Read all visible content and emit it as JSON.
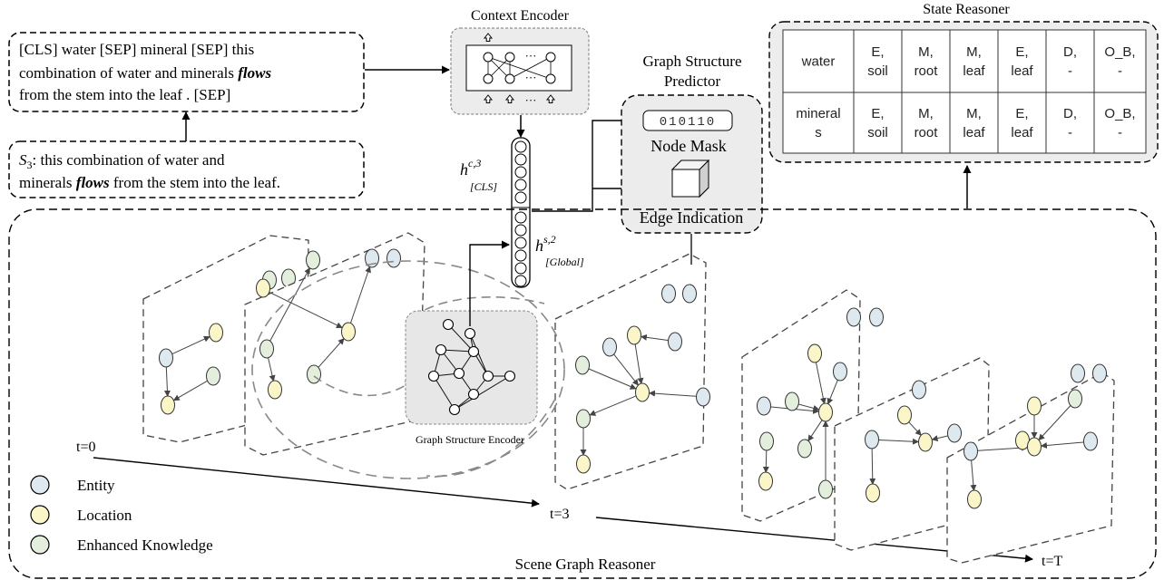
{
  "colors": {
    "entity": "#dde8ef",
    "location": "#fbf6c8",
    "knowledge": "#e3efdc",
    "panel_fill": "#eeeeee",
    "stroke": "#555555"
  },
  "context_encoder": {
    "title": "Context Encoder",
    "dots": "···"
  },
  "input_text": {
    "line1": "[CLS] water [SEP] mineral [SEP] this",
    "line2_pre": "combination of water and minerals ",
    "line2_emph": "flows",
    "line3": "from the stem into the leaf . [SEP]"
  },
  "sentence": {
    "label_base": "S",
    "label_sub": "3",
    "line1_rest": ": this combination of water and",
    "line2_pre": "minerals ",
    "line2_emph": "flows",
    "line2_post": " from the stem into the leaf."
  },
  "hidden_states": {
    "cls": {
      "base": "h",
      "sup": "c,3",
      "sub": "[CLS]"
    },
    "global": {
      "base": "h",
      "sup": "s,2",
      "sub": "[Global]"
    }
  },
  "graph_structure_predictor": {
    "title_line1": "Graph Structure",
    "title_line2": "Predictor",
    "mask_bits": "010110",
    "node_mask_label": "Node Mask",
    "edge_indication_label": "Edge Indication"
  },
  "state_reasoner": {
    "title": "State Reasoner",
    "rows": [
      {
        "entity": [
          "water"
        ],
        "cells": [
          [
            "E,",
            "soil"
          ],
          [
            "M,",
            "root"
          ],
          [
            "M,",
            "leaf"
          ],
          [
            "E,",
            "leaf"
          ],
          [
            "D,",
            "-"
          ],
          [
            "O_B,",
            "-"
          ]
        ]
      },
      {
        "entity": [
          "mineral",
          "s"
        ],
        "cells": [
          [
            "E,",
            "soil"
          ],
          [
            "M,",
            "root"
          ],
          [
            "M,",
            "leaf"
          ],
          [
            "E,",
            "leaf"
          ],
          [
            "D,",
            "-"
          ],
          [
            "O_B,",
            "-"
          ]
        ]
      }
    ]
  },
  "scene_graph_reasoner": {
    "title": "Scene Graph Reasoner",
    "graph_structure_encoder": "Graph Structure Encoder",
    "time_labels": [
      "t=0",
      "t=3",
      "t=T"
    ]
  },
  "legend": [
    {
      "label": "Entity",
      "color_key": "entity"
    },
    {
      "label": "Location",
      "color_key": "location"
    },
    {
      "label": "Enhanced Knowledge",
      "color_key": "knowledge"
    }
  ]
}
